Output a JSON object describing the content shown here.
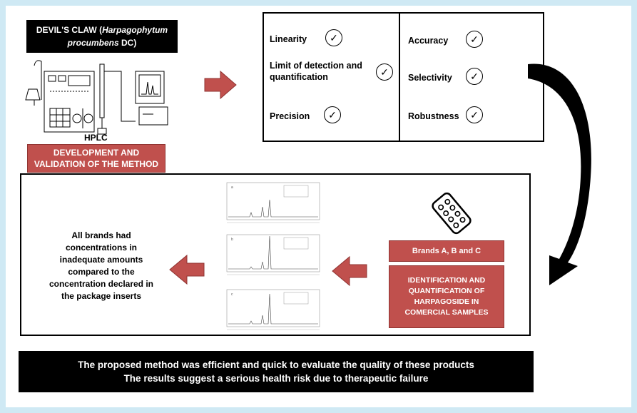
{
  "source": {
    "title_prefix": "DEVIL'S CLAW (",
    "title_italic": "Harpagophytum procumbens",
    "title_suffix": " DC)",
    "instrument_label": "HPLC"
  },
  "development_label": "DEVELOPMENT AND VALIDATION OF THE METHOD",
  "validation": {
    "left": [
      {
        "label": "Linearity"
      },
      {
        "label": "Limit of detection and quantification"
      },
      {
        "label": "Precision"
      }
    ],
    "right": [
      {
        "label": "Accuracy"
      },
      {
        "label": "Selectivity"
      },
      {
        "label": "Robustness"
      }
    ],
    "check_icon": "✓"
  },
  "brands_label": "Brands A, B and C",
  "identification_label": "IDENTIFICATION AND QUANTIFICATION OF HARPAGOSIDE IN COMERCIAL SAMPLES",
  "conclusion_text": "All brands had concentrations in inadequate amounts compared to the concentration declared in the package inserts",
  "bottom": {
    "line1": "The proposed method was efficient and quick to evaluate the quality of these products",
    "line2": "The results suggest a serious health risk due to therapeutic failure"
  },
  "chromatograms": [
    {
      "letter": "a"
    },
    {
      "letter": "b"
    },
    {
      "letter": "c"
    }
  ],
  "colors": {
    "accent_red": "#c0504d",
    "background": "#cfe9f4",
    "bar": "#000000"
  },
  "icons": [
    "hplc-apparatus-icon",
    "arrow-right-icon",
    "arrow-left-icon",
    "curved-arrow-icon",
    "pill-blister-icon",
    "check-icon"
  ]
}
